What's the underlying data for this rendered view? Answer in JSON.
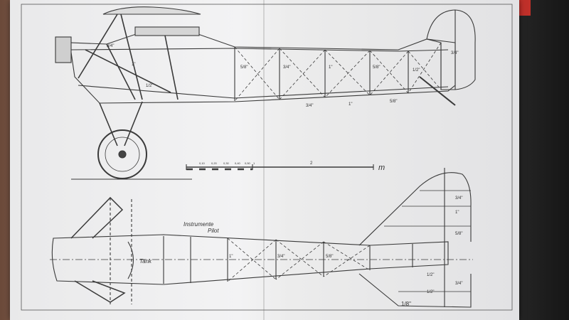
{
  "drawing": {
    "label_instruments": "Instrumente",
    "label_pilot": "Pilot",
    "label_tank": "Tank",
    "scale_unit": "m",
    "scale_mid_label": "2",
    "scale_minor_labels": [
      "0,10",
      "0,20",
      "0,30",
      "0,40",
      "0,50",
      "1"
    ],
    "dim_labels_side": [
      "3/4\"",
      "1\"",
      "1/2\"",
      "5/8\"",
      "3/4\"",
      "1\"",
      "5/8\"",
      "1/2\"",
      "3/4\"",
      "1\"",
      "5/8\"",
      "3/4\""
    ],
    "dim_labels_top": [
      "1\"",
      "3/4\"",
      "5/8\"",
      "1/2\"",
      "3/4\"",
      "1\"",
      "5/8\"",
      "3/4\"",
      "1/2\""
    ],
    "corner_label": "1/8\""
  }
}
